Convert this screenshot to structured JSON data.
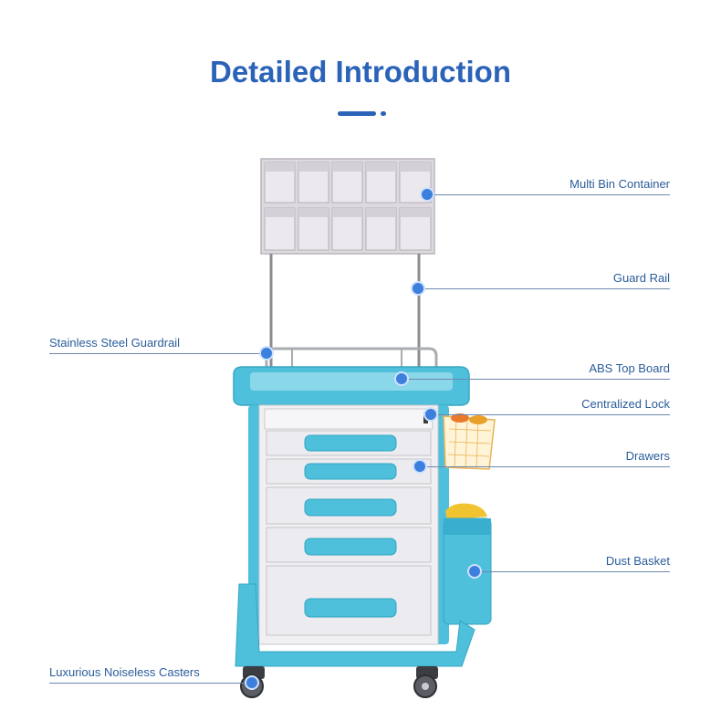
{
  "title": "Detailed Introduction",
  "colors": {
    "accent": "#2a63b7",
    "trolley_blue": "#4fc0dc",
    "body_gray": "#ececf0"
  },
  "features": {
    "multi_bin_container": "Multi Bin Container",
    "guard_rail": "Guard Rail",
    "stainless_steel_guardrail": "Stainless Steel Guardrail",
    "abs_top_board": "ABS Top Board",
    "centralized_lock": "Centralized Lock",
    "drawers": "Drawers",
    "dust_basket": "Dust Basket",
    "casters": "Luxurious Noiseless Casters"
  }
}
